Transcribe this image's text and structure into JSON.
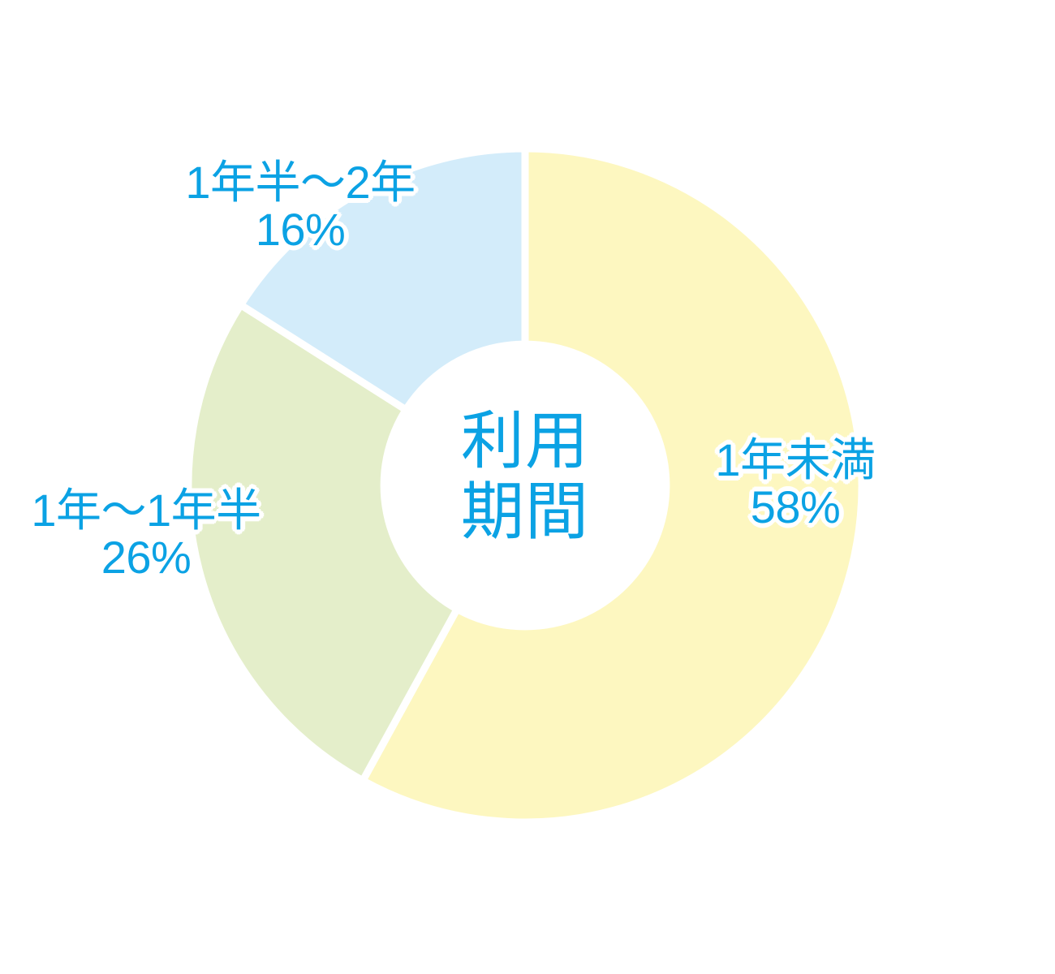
{
  "chart_data": {
    "type": "pie",
    "variant": "donut",
    "title": "利用期間",
    "center_label_lines": [
      "利用",
      "期間"
    ],
    "categories": [
      "1年未満",
      "1年〜1年半",
      "1年半〜2年"
    ],
    "values": [
      58,
      26,
      16
    ],
    "value_unit": "%",
    "value_labels": [
      "58%",
      "26%",
      "16%"
    ],
    "colors": [
      "#fdf7c0",
      "#e4eeca",
      "#d3ecfa"
    ],
    "label_text_color": "#0ba2e4",
    "label_outline_color": "#ffffff",
    "background_color": "#ffffff",
    "slice_gap_color": "#ffffff",
    "start_angle_deg": 0,
    "direction": "clockwise",
    "inner_radius_ratio": 0.43,
    "legend": "none",
    "grid": false,
    "xlabel": "",
    "ylabel": ""
  },
  "slices": [
    {
      "key": "under-1-year",
      "name": "1年未満",
      "percent_label": "58%",
      "percent": 58,
      "color": "#fdf7c0"
    },
    {
      "key": "1-to-1point5-years",
      "name": "1年〜1年半",
      "percent_label": "26%",
      "percent": 26,
      "color": "#e4eeca"
    },
    {
      "key": "1point5-to-2-years",
      "name": "1年半〜2年",
      "percent_label": "16%",
      "percent": 16,
      "color": "#d3ecfa"
    }
  ],
  "center": {
    "line1": "利用",
    "line2": "期間"
  }
}
